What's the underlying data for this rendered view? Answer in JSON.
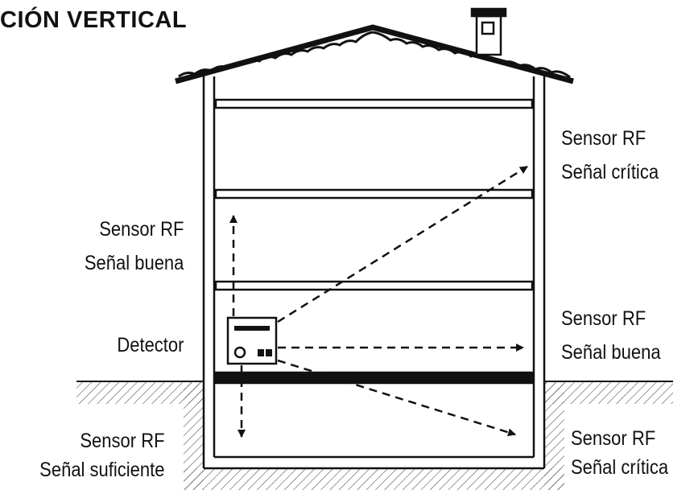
{
  "title": "CIÓN VERTICAL",
  "labels": {
    "top_right": {
      "line1": "Sensor RF",
      "line2": "Señal crítica"
    },
    "left_upper": {
      "line1": "Sensor RF",
      "line2": "Señal buena"
    },
    "detector": "Detector",
    "mid_right": {
      "line1": "Sensor RF",
      "line2": "Señal buena"
    },
    "bottom_left": {
      "line1": "Sensor RF",
      "line2": "Señal suficiente"
    },
    "bottom_right": {
      "line1": "Sensor RF",
      "line2": "Señal crítica"
    }
  },
  "colors": {
    "ink": "#111111",
    "background": "#ffffff"
  }
}
